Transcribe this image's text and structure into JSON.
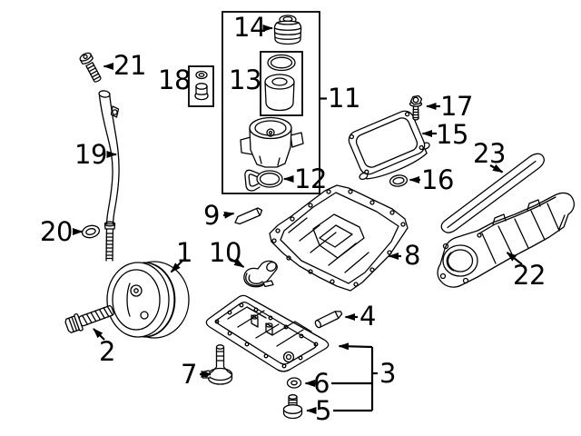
{
  "diagram": {
    "kind": "engine-parts-exploded-diagram",
    "background_color": "#ffffff",
    "line_color": "#000000",
    "callouts": [
      {
        "label": "1"
      },
      {
        "label": "2"
      },
      {
        "label": "3"
      },
      {
        "label": "4"
      },
      {
        "label": "5"
      },
      {
        "label": "6"
      },
      {
        "label": "7"
      },
      {
        "label": "8"
      },
      {
        "label": "9"
      },
      {
        "label": "10"
      },
      {
        "label": "11"
      },
      {
        "label": "12"
      },
      {
        "label": "13"
      },
      {
        "label": "14"
      },
      {
        "label": "15"
      },
      {
        "label": "16"
      },
      {
        "label": "17"
      },
      {
        "label": "18"
      },
      {
        "label": "19"
      },
      {
        "label": "20"
      },
      {
        "label": "21"
      },
      {
        "label": "22"
      },
      {
        "label": "23"
      }
    ]
  }
}
